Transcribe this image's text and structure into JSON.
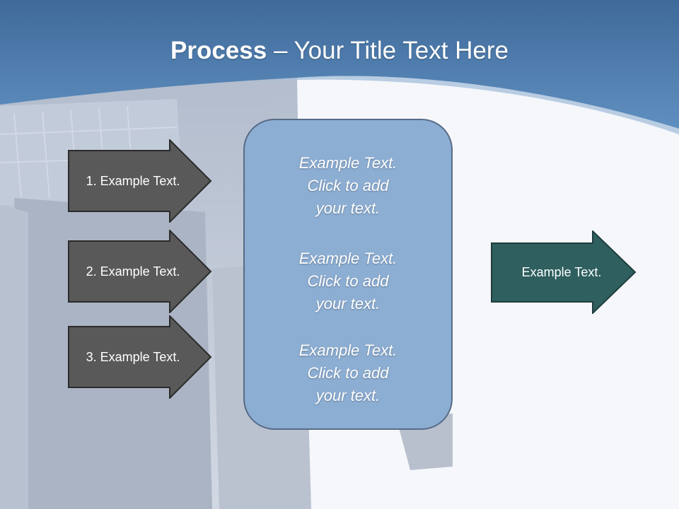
{
  "slide": {
    "title_bold": "Process",
    "title_rest": " – Your Title Text Here",
    "background_icon": "workers-tool-belt-photo",
    "colors": {
      "header_band": "#4f79a8",
      "input_arrow_fill": "#595959",
      "center_box_fill": "#8daed3",
      "output_arrow_fill": "#2f5f5f"
    }
  },
  "inputs": [
    {
      "label": "1. Example Text."
    },
    {
      "label": "2. Example Text."
    },
    {
      "label": "3. Example Text."
    }
  ],
  "center": {
    "items": [
      {
        "text": "Example Text.\nClick  to add\nyour text."
      },
      {
        "text": "Example Text.\nClick  to add\nyour text."
      },
      {
        "text": "Example Text.\nClick  to add\nyour text."
      }
    ]
  },
  "output": {
    "label": "Example Text."
  }
}
